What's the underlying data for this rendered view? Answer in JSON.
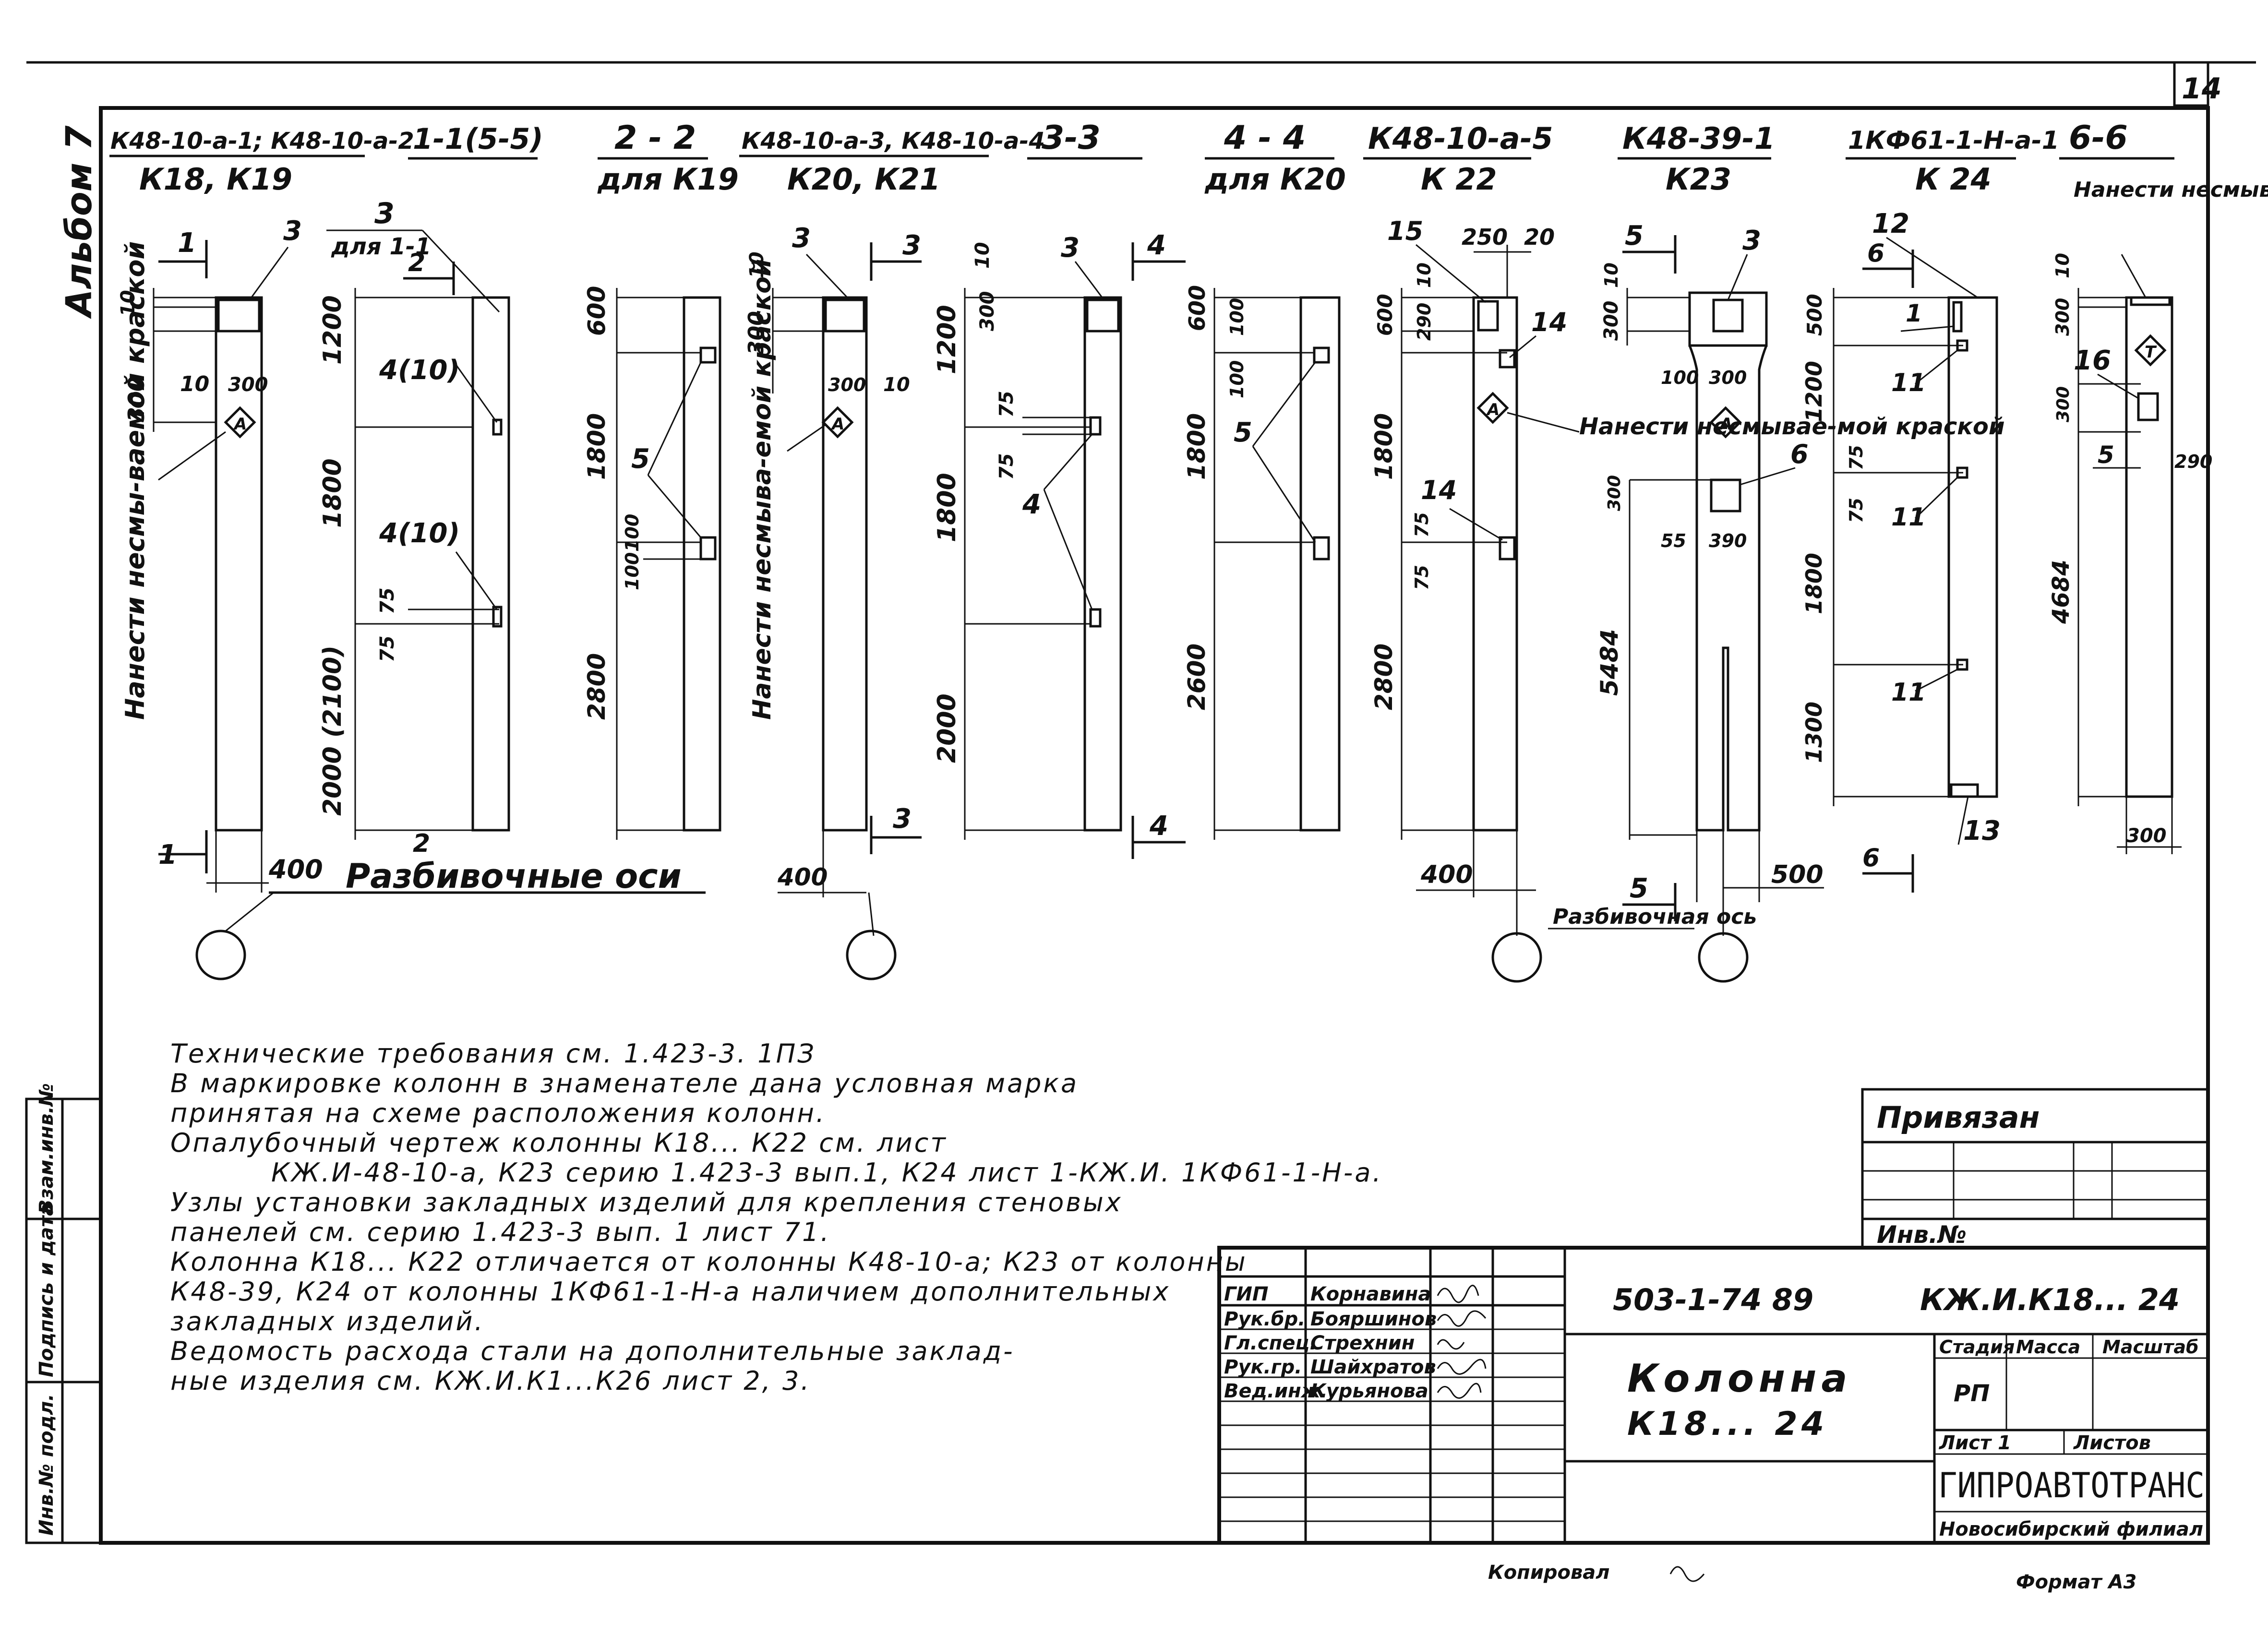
{
  "sheet": {
    "page_number": "14",
    "album": "Альбом 7"
  },
  "columns": [
    {
      "mark": "К48-10-а-1; К48-10-а-2",
      "label": "К18, К19"
    },
    {
      "mark": "1-1(5-5)",
      "label": ""
    },
    {
      "mark": "2 - 2",
      "label": "для К19"
    },
    {
      "mark": "К48-10-а-3, К48-10-а-4",
      "label": "К20, К21"
    },
    {
      "mark": "3-3",
      "label": ""
    },
    {
      "mark": "4 - 4",
      "label": "для К20"
    },
    {
      "mark": "К48-10-а-5",
      "label": "К 22"
    },
    {
      "mark": "К48-39-1",
      "label": "К23"
    },
    {
      "mark": "1КФ61-1-Н-а-1",
      "label": "К 24"
    },
    {
      "mark": "6-6",
      "label": ""
    }
  ],
  "drawing": {
    "layout_axes": "Разбивочные оси",
    "layout_axis": "Разбивочная ось",
    "paint_note_1": "Нанести несмы-ваемой краской",
    "paint_note_2": "Нанести несмыва-емой краской",
    "paint_note_3": "Нанести несмывае-мой краской",
    "paint_note_4": "Нанести несмывае-мой кра-кой",
    "section_label": "для 1-1",
    "dims": {
      "d10": "10",
      "d300": "300",
      "d400": "400",
      "d1200": "1200",
      "d1800": "1800",
      "d2000_2100": "2000 (2100)",
      "d2800": "2800",
      "d600": "600",
      "d100": "100",
      "d75": "75",
      "d2000": "2000",
      "d2600": "2600",
      "d250": "250",
      "d20": "20",
      "d290": "290",
      "d5484": "5484",
      "d55": "55",
      "d390": "390",
      "d500": "500",
      "d1300": "1300",
      "d4684": "4684"
    },
    "callouts": {
      "c1": "1",
      "c2": "2",
      "c3": "3",
      "c4": "4",
      "c4_10": "4(10)",
      "c5": "5",
      "c6": "6",
      "c11": "11",
      "c12": "12",
      "c13": "13",
      "c14": "14",
      "c15": "15",
      "c16": "16",
      "cA": "А",
      "cT": "Т"
    }
  },
  "notes": [
    "Технические требования см. 1.423-3. 1ПЗ",
    "В маркировке колонн в знаменателе дана условная марка",
    "принятая на схеме расположения колонн.",
    "Опалубочный чертеж колонны К18... К22 см. лист",
    "КЖ.И-48-10-а, К23 серию 1.423-3 вып.1, К24 лист 1-КЖ.И. 1КФ61-1-Н-а.",
    "Узлы установки закладных изделий для крепления стеновых",
    "панелей см. серию 1.423-3 вып. 1 лист 71.",
    "Колонна К18... К22 отличается от колонны К48-10-а; К23 от колонны",
    "К48-39, К24 от колонны 1КФ61-1-Н-а наличием дополнительных",
    "закладных изделий.",
    "Ведомость расхода стали на дополнительные заклад-",
    "ные изделия см. КЖ.И.К1...К26 лист 2, 3."
  ],
  "side_stamp": [
    "Инв.№ подл.",
    "Подпись и дата",
    "Взам.инв.№"
  ],
  "privyazan": {
    "title": "Привязан",
    "inv_label": "Инв.№"
  },
  "title_block": {
    "project_code": "503-1-74 89",
    "doc_code": "КЖ.И.К18... 24",
    "title": "Колонна",
    "subtitle": "К18... 24",
    "roles": [
      {
        "role": "ГИП",
        "name": "Корнавина"
      },
      {
        "role": "Рук.бр.",
        "name": "Бояршинов"
      },
      {
        "role": "Гл.спец.",
        "name": "Стрехнин"
      },
      {
        "role": "Рук.гр.",
        "name": "Шайхратов"
      },
      {
        "role": "Вед.инж.",
        "name": "Курьянова"
      }
    ],
    "stage_label": "Стадия",
    "mass_label": "Масса",
    "scale_label": "Масштаб",
    "stage_value": "РП",
    "sheet_label": "Лист 1",
    "sheets_label": "Листов",
    "org": "ГИПРОАВТОТРАНС",
    "branch": "Новосибирский филиал"
  },
  "footer": {
    "copied": "Копировал",
    "format": "Формат А3"
  }
}
